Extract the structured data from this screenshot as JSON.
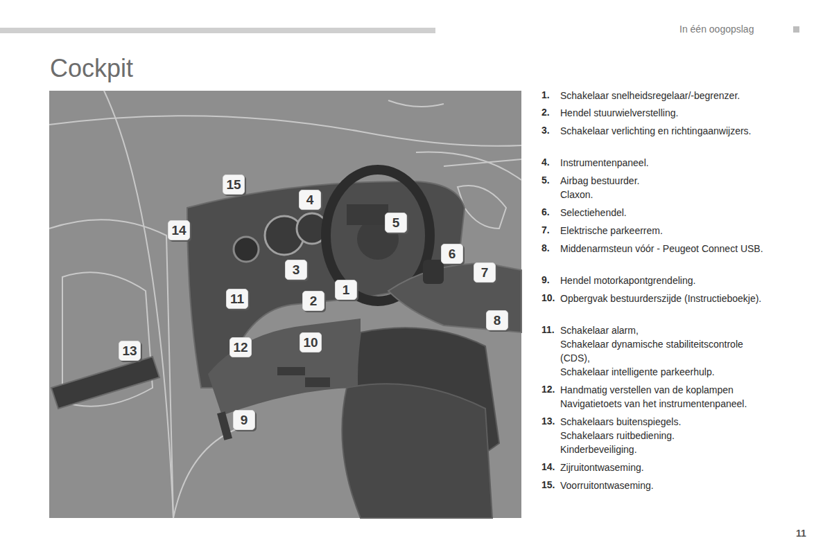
{
  "diagram": {
    "title": "Cockpit",
    "labels": [
      "In één oogopslag",
      "1",
      "2",
      "3",
      "4",
      "5",
      "6",
      "7",
      "8",
      "9",
      "10",
      "11",
      "12",
      "13",
      "14",
      "15",
      "1.",
      "Schakelaar snelheidsregelaar/-begrenzer.",
      "2.",
      "Hendel stuurwielverstelling.",
      "3.",
      "Schakelaar verlichting en richtingaanwijzers.",
      "4.",
      "Instrumentenpaneel.",
      "5.",
      "Airbag bestuurder.",
      "Claxon.",
      "6.",
      "Selectiehendel.",
      "7.",
      "Elektrische parkeerrem.",
      "8.",
      "Middenarmsteun vóór - Peugeot Connect USB.",
      "9.",
      "Hendel motorkapontgrendeling.",
      "10.",
      "Opbergvak bestuurderszijde (Instructieboekje).",
      "11.",
      "Schakelaar alarm,",
      "Schakelaar dynamische stabiliteitscontrole (CDS),",
      "Schakelaar intelligente parkeerhulp.",
      "12.",
      "Handmatig verstellen van de koplampen",
      "Navigatietoets van het instrumentenpaneel.",
      "13.",
      "Schakelaars buitenspiegels.",
      "Schakelaars ruitbediening.",
      "Kinderbeveiliging.",
      "14.",
      "Zijruitontwaseming.",
      "15.",
      "Voorruitontwaseming.",
      "11"
    ]
  }
}
